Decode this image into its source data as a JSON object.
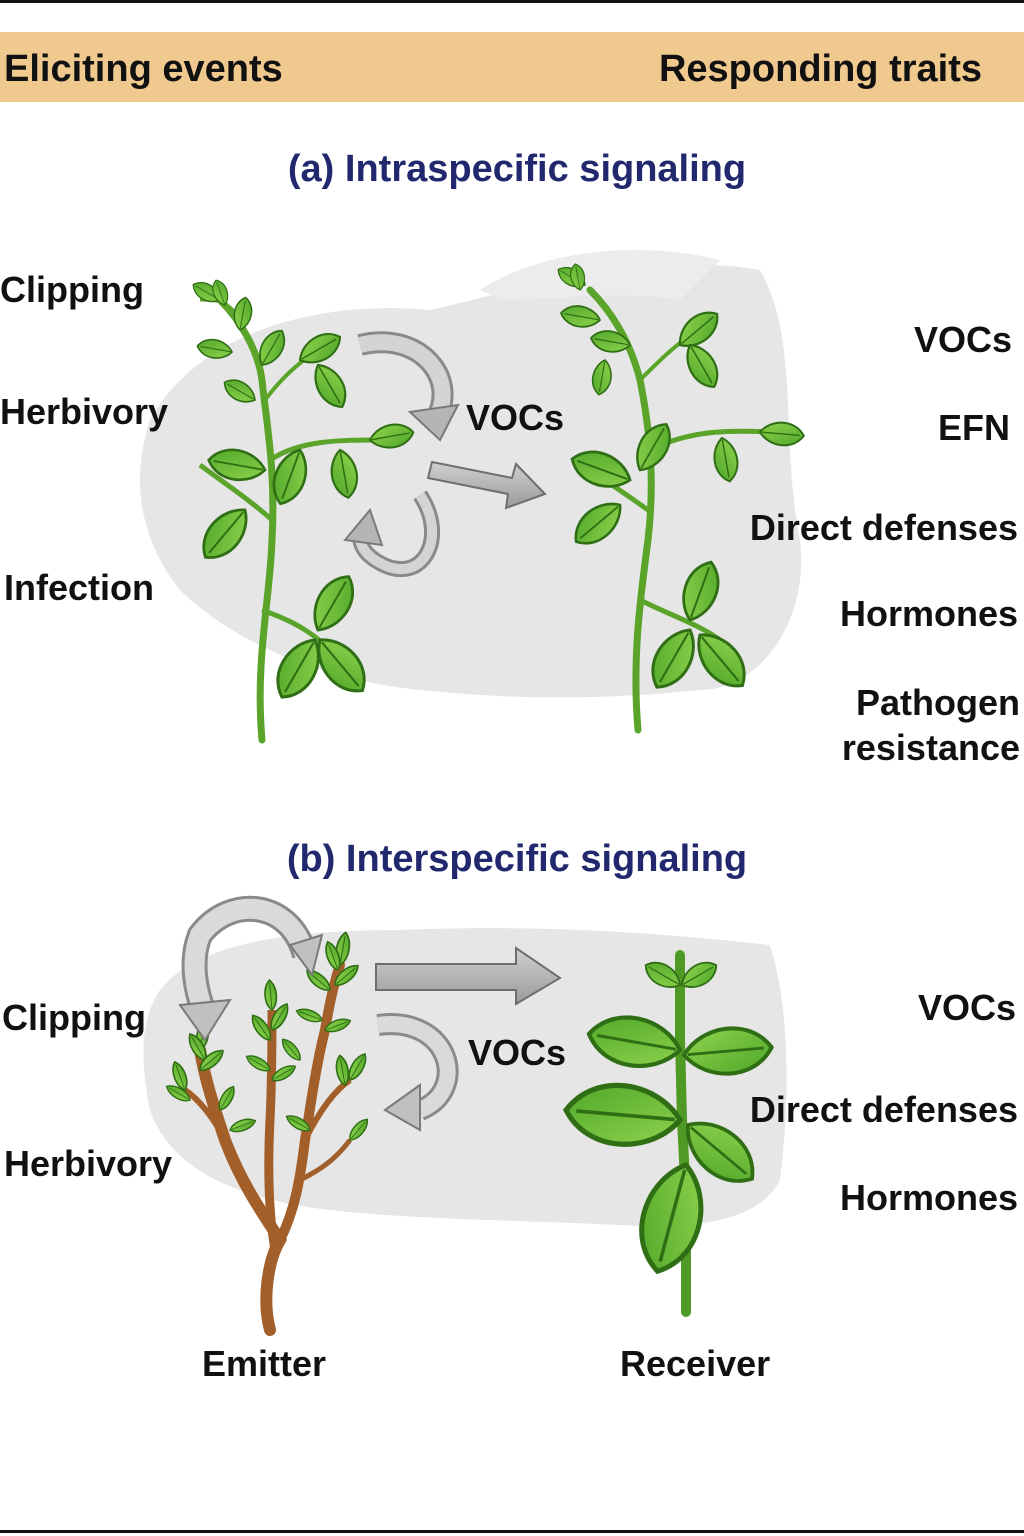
{
  "header": {
    "left": "Eliciting events",
    "right": "Responding traits",
    "band_color": "#f0c98f"
  },
  "panel_a": {
    "title": "(a) Intraspecific signaling",
    "eliciting": [
      "Clipping",
      "Herbivory",
      "Infection"
    ],
    "signal": "VOCs",
    "responding": [
      "VOCs",
      "EFN",
      "Direct defenses",
      "Hormones",
      "Pathogen resistance"
    ]
  },
  "panel_b": {
    "title": "(b) Interspecific signaling",
    "eliciting": [
      "Clipping",
      "Herbivory"
    ],
    "signal": "VOCs",
    "responding": [
      "VOCs",
      "Direct defenses",
      "Hormones"
    ],
    "emitter_label": "Emitter",
    "receiver_label": "Receiver"
  },
  "colors": {
    "title": "#22286e",
    "leaf": "#6cc13a",
    "leaf_dark": "#3d8a1f",
    "stem": "#5aa42a",
    "woody_stem": "#9a5a2a",
    "arrow": "#a9a9a9",
    "shadow": "#e4e4e4"
  }
}
